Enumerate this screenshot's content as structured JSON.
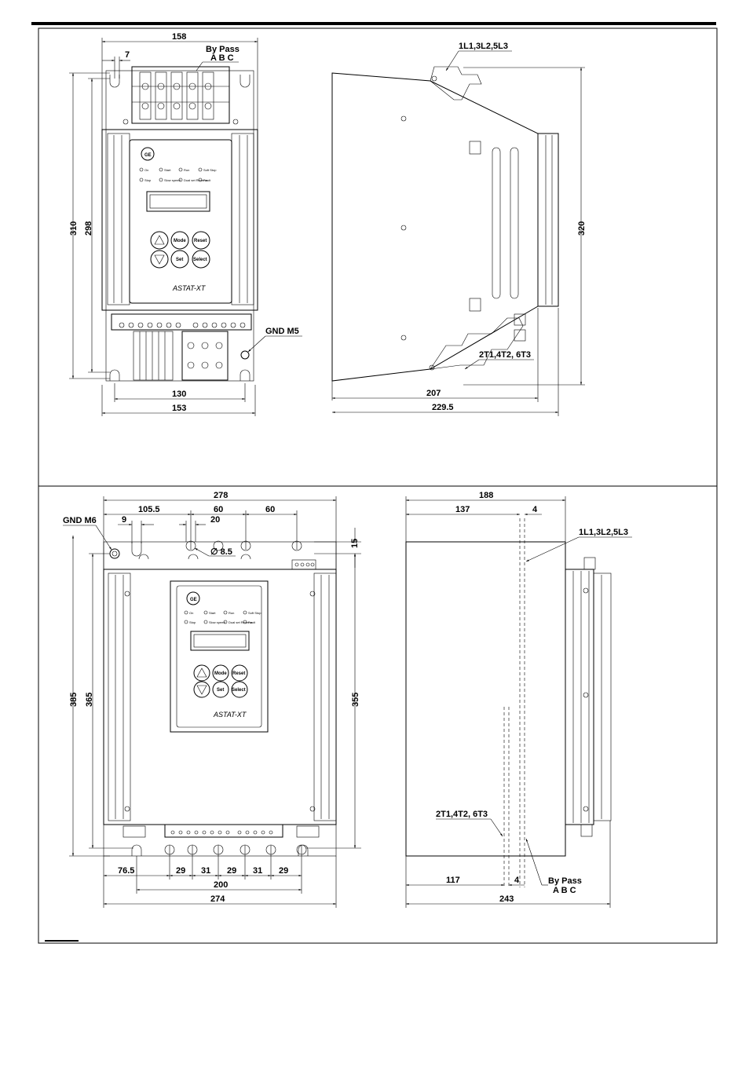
{
  "views": {
    "small_front": {
      "dims": {
        "w158": "158",
        "w7": "7",
        "h310": "310",
        "h298": "298",
        "w130": "130",
        "w153": "153"
      },
      "labels": {
        "bypass": "By Pass",
        "abc": "A B C",
        "gnd": "GND M5"
      }
    },
    "small_side": {
      "dims": {
        "h320": "320",
        "w207": "207",
        "w229": "229.5"
      },
      "labels": {
        "top_terminals": "1L1,3L2,5L3",
        "bottom_terminals": "2T1,4T2, 6T3"
      }
    },
    "large_front": {
      "dims": {
        "w278": "278",
        "w105": "105.5",
        "w60a": "60",
        "w60b": "60",
        "w9": "9",
        "w20": "20",
        "hole": "∅ 8.5",
        "h15": "15",
        "h385": "385",
        "h365": "365",
        "h355": "355",
        "w76": "76.5",
        "w29a": "29",
        "w31a": "31",
        "w29b": "29",
        "w31b": "31",
        "w29c": "29",
        "w200": "200",
        "w274": "274"
      },
      "labels": {
        "gnd": "GND M6"
      }
    },
    "large_side": {
      "dims": {
        "w188": "188",
        "w137": "137",
        "w4a": "4",
        "w117": "117",
        "w4b": "4",
        "w243": "243"
      },
      "labels": {
        "top_terminals": "1L1,3L2,5L3",
        "bottom_terminals": "2T1,4T2, 6T3",
        "bypass": "By Pass",
        "abc": "A B C"
      }
    }
  },
  "keypad": {
    "leds_row1": [
      "On",
      "Start",
      "Run",
      "Soft Stop"
    ],
    "leds_row2": [
      "Stop",
      "Slow speed",
      "Dual set Reverse",
      "Fault"
    ],
    "keys": [
      "Mode",
      "Reset",
      "Set",
      "Select"
    ],
    "brand": "ASTAT-XT",
    "logo": "ge-logo"
  }
}
